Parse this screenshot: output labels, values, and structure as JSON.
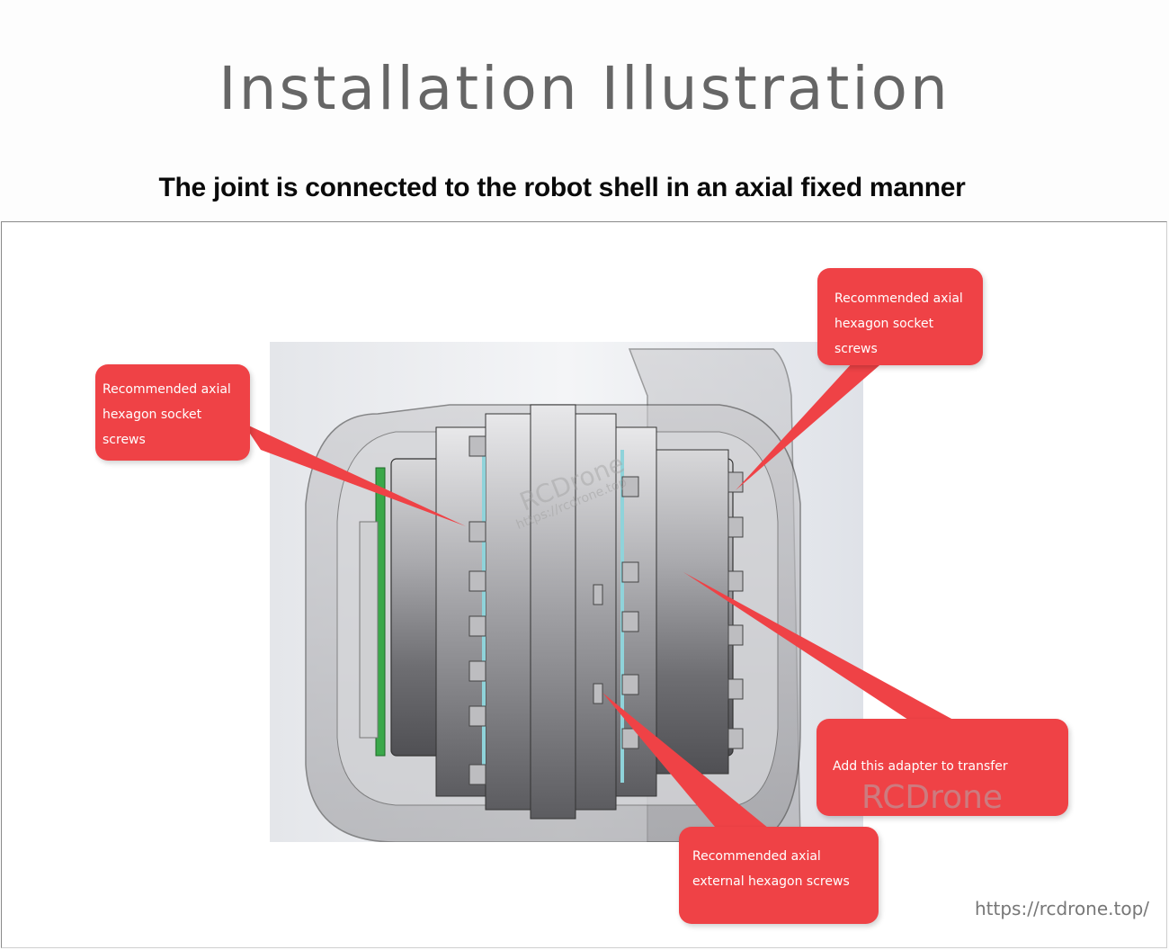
{
  "header": {
    "title": "Installation Illustration",
    "subtitle": "The joint is connected to the robot shell in an axial fixed manner"
  },
  "illustration": {
    "description": "Cross-section render of robot joint module inside robot arm shell",
    "watermark_logo": "RCDrone",
    "watermark_url": "https://rcdrone.top"
  },
  "callouts": [
    {
      "id": "left-top",
      "lines": [
        "Recommended axial",
        "hexagon socket",
        "screws"
      ]
    },
    {
      "id": "right-top",
      "lines": [
        "Recommended axial",
        "hexagon socket",
        "screws"
      ]
    },
    {
      "id": "right-bottom",
      "lines": [
        "Add this adapter to transfer"
      ]
    },
    {
      "id": "bottom-center",
      "lines": [
        "Recommended axial",
        "external hexagon screws"
      ]
    }
  ],
  "watermark": "RCDrone",
  "footer": {
    "url": "https://rcdrone.top/"
  },
  "colors": {
    "callout": "#ef4246",
    "title": "#666666",
    "subtitle": "#0a0a0a"
  }
}
